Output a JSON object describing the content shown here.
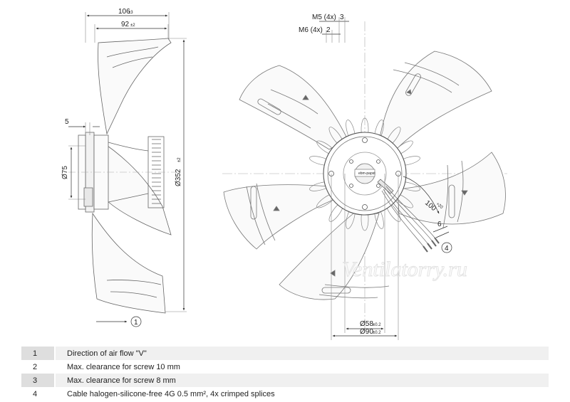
{
  "side_view": {
    "dim_overall_depth": "106",
    "dim_overall_depth_tol": "±3",
    "dim_blade_depth": "92",
    "dim_blade_depth_tol": "±2",
    "dim_flange": "5",
    "dim_hub_diameter": "Ø75",
    "dim_outer_diameter": "Ø352",
    "dim_outer_diameter_tol": "±2",
    "callout_1": "1"
  },
  "front_view": {
    "screw_m5": "M5 (4x)",
    "callout_3": "3",
    "screw_m6": "M6 (4x)",
    "callout_2": "2",
    "cable_length": "100",
    "cable_length_tol": "+20",
    "dim_cable_end": "6",
    "callout_4": "4",
    "dim_bolt_circle_inner": "Ø58",
    "dim_bolt_circle_inner_tol": "±0.2",
    "dim_bolt_circle_outer": "Ø90",
    "dim_bolt_circle_outer_tol": "±0.2",
    "hub_label": "ebm-papst"
  },
  "watermark": "Ventilatorry.ru",
  "notes": [
    {
      "num": "1",
      "text": "Direction of air flow \"V\""
    },
    {
      "num": "2",
      "text": "Max. clearance for screw 10 mm"
    },
    {
      "num": "3",
      "text": "Max. clearance for screw 8 mm"
    },
    {
      "num": "4",
      "text": "Cable halogen-silicone-free 4G 0.5 mm², 4x crimped splices"
    }
  ]
}
